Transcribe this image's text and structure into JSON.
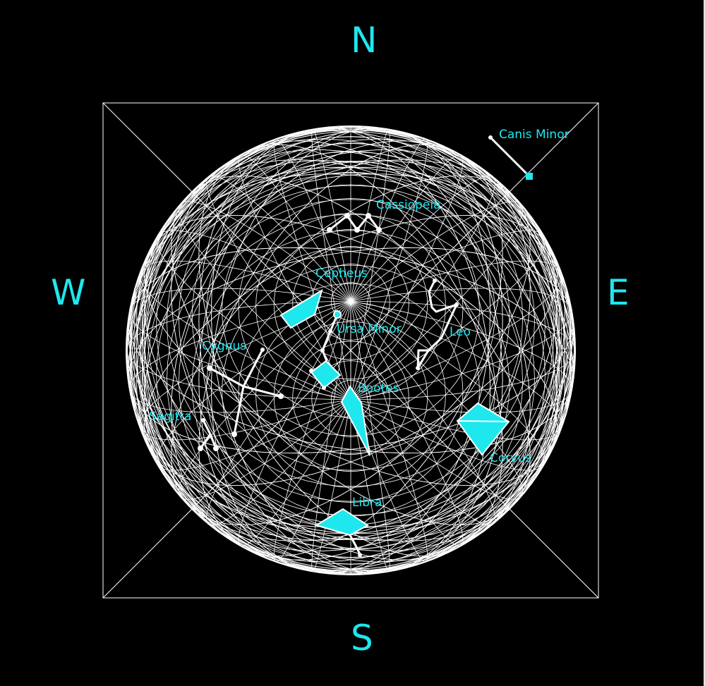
{
  "directions": {
    "north": "N",
    "south": "S",
    "west": "W",
    "east": "E"
  },
  "colors": {
    "background": "#000000",
    "grid": "#ffffff",
    "accent": "#1EE8EE"
  },
  "constellations": [
    "Canis Minor",
    "Cassiopeia",
    "Cepheus",
    "Ursa Minor",
    "Leo",
    "Cygnus",
    "Bootes",
    "Sagitta",
    "Corvus",
    "Libra"
  ]
}
